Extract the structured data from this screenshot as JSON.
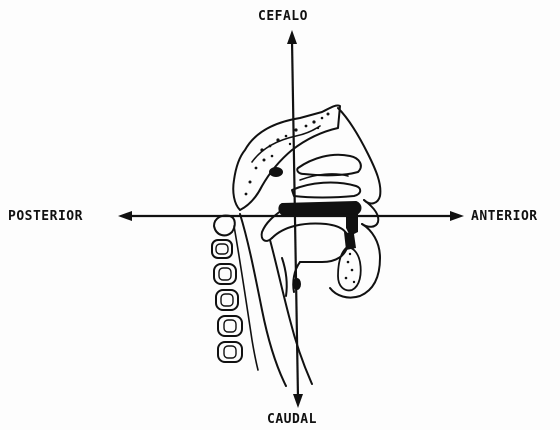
{
  "labels": {
    "top": "CEFALO",
    "bottom": "CAUDAL",
    "left": "POSTERIOR",
    "right": "ANTERIOR"
  },
  "colors": {
    "ink": "#111111",
    "background": "#ffffff"
  },
  "icons": {
    "arrow_up": "arrow-up-icon",
    "arrow_down": "arrow-down-icon",
    "arrow_left": "arrow-left-icon",
    "arrow_right": "arrow-right-icon"
  }
}
